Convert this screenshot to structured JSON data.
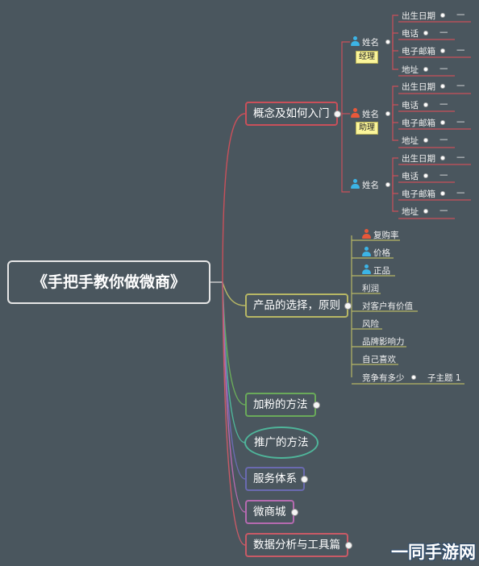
{
  "root": "《手把手教你做微商》",
  "branches": {
    "b1": "概念及如何入门",
    "b2": "产品的选择，原则",
    "b3": "加粉的方法",
    "b4": "推广的方法",
    "b5": "服务体系",
    "b6": "微商城",
    "b7": "数据分析与工具篇"
  },
  "name_label": "姓名",
  "person_tags": [
    "经理",
    "助理"
  ],
  "contact_fields": [
    "出生日期",
    "电话",
    "电子邮箱",
    "地址"
  ],
  "dash": "—",
  "b2_children": [
    "复购率",
    "价格",
    "正品",
    "利润",
    "对客户有价值",
    "风险",
    "品牌影响力",
    "自己喜欢",
    "竞争有多少"
  ],
  "sub_topic": "子主题 1",
  "colors": {
    "background": "#4a565e",
    "branch_concept": "#c9505a",
    "branch_product": "#b7b765",
    "branch_fans": "#6aaa5a",
    "branch_promo": "#4fb59a",
    "branch_service": "#6a6ab0",
    "branch_mall": "#b56ab0",
    "branch_data": "#c95a66",
    "person_blue": "#3cb4e6",
    "person_red": "#e8583a",
    "tag_yellow": "#fbf59a"
  },
  "icons": [
    "person-icon-blue",
    "person-icon-red",
    "expand-dot-icon"
  ],
  "watermark": "一同手游网"
}
